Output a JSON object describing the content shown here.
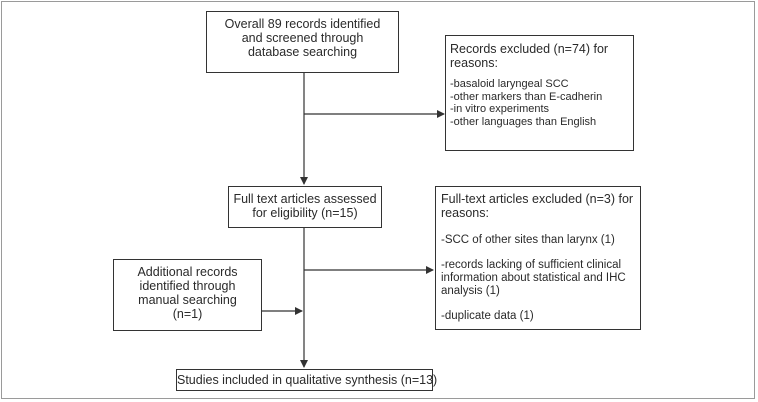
{
  "boxes": {
    "identified": {
      "lines": [
        "Overall 89 records identified",
        "and screened through",
        "database searching"
      ]
    },
    "excluded_records": {
      "title_lines": [
        "Records excluded (n=74) for",
        "reasons:"
      ],
      "items": [
        "-basaloid laryngeal SCC",
        "-other markers than E-cadherin",
        "-in vitro experiments",
        "-other languages than English"
      ]
    },
    "fulltext": {
      "lines": [
        "Full text articles assessed",
        "for eligibility (n=15)"
      ]
    },
    "excluded_fulltext": {
      "title_lines": [
        "Full-text articles excluded (n=3) for",
        "reasons:"
      ],
      "groups": [
        [
          "-SCC of other sites than larynx (1)"
        ],
        [
          "-records lacking of sufficient  clinical",
          "information about statistical and IHC",
          "analysis (1)"
        ],
        [
          "-duplicate data (1)"
        ]
      ]
    },
    "additional": {
      "lines": [
        "Additional records",
        "identified through",
        "manual searching",
        "(n=1)"
      ]
    },
    "included": {
      "lines": [
        "Studies included in qualitative synthesis (n=13)"
      ]
    }
  },
  "colors": {
    "border": "#333333",
    "arrow": "#333333",
    "frame": "#9a9a9a",
    "text": "#2a2a2a"
  }
}
